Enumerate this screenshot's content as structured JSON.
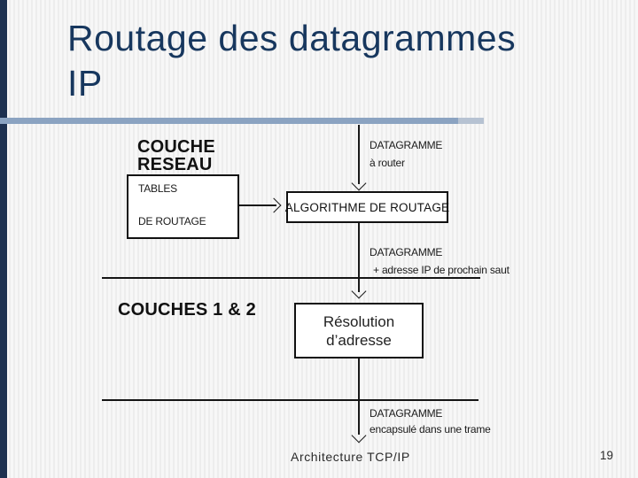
{
  "slide": {
    "title_line1": "Routage des datagrammes",
    "title_line2": "IP",
    "footer_text": "Architecture TCP/IP",
    "page_number": "19"
  },
  "colors": {
    "title_navy": "#17375e",
    "left_bar_navy": "#1e3150",
    "divider_blue": "#8ba3c1",
    "divider_blue_end": "#b6c2d2",
    "diagram_ink": "#1a1a1a",
    "background_stripe_light": "#f7f7f7",
    "background_stripe_dark": "#ededed"
  },
  "diagram": {
    "network_layer_label_line1": "COUCHE",
    "network_layer_label_line2": "RESEAU",
    "routing_tables_box_line1": "TABLES",
    "routing_tables_box_line2": "DE ROUTAGE",
    "datagram_in_line1": "DATAGRAMME",
    "datagram_in_line2": "à router",
    "routing_algorithm_box_label": "ALGORITHME DE ROUTAGE",
    "datagram_next_hop_line1": "DATAGRAMME",
    "datagram_next_hop_line2": "+ adresse IP de prochain saut",
    "layers_1_2_label": "COUCHES 1 & 2",
    "address_resolution_box_line1": "Résolution",
    "address_resolution_box_line2": "d’adresse",
    "datagram_out_line1": "DATAGRAMME",
    "datagram_out_line2": "encapsulé dans une trame"
  }
}
